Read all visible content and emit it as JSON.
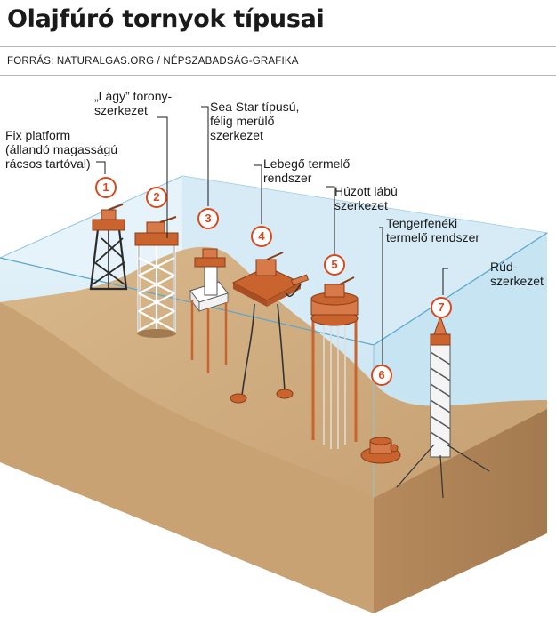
{
  "header": {
    "title": "Olajfúró tornyok típusai",
    "source": "FORRÁS: NATURALGAS.ORG / NÉPSZABADSÁG-GRAFIKA"
  },
  "colors": {
    "accent": "#d64a20",
    "rig_orange": "#c9642f",
    "water": "#cfe6f3",
    "seabed": "#c8a478"
  },
  "platforms": [
    {
      "number": "1",
      "label": "Fix platform\n(állandó magasságú\nrácsos tartóval)"
    },
    {
      "number": "2",
      "label": "„Lágy” torony-\nszerkezet"
    },
    {
      "number": "3",
      "label": "Sea Star típusú,\nfélig merülő\nszerkezet"
    },
    {
      "number": "4",
      "label": "Lebegő termelő\nrendszer"
    },
    {
      "number": "5",
      "label": "Húzott lábú\nszerkezet"
    },
    {
      "number": "6",
      "label": "Tengerfenéki\ntermelő rendszer"
    },
    {
      "number": "7",
      "label": "Rúd-\nszerkezet"
    }
  ]
}
